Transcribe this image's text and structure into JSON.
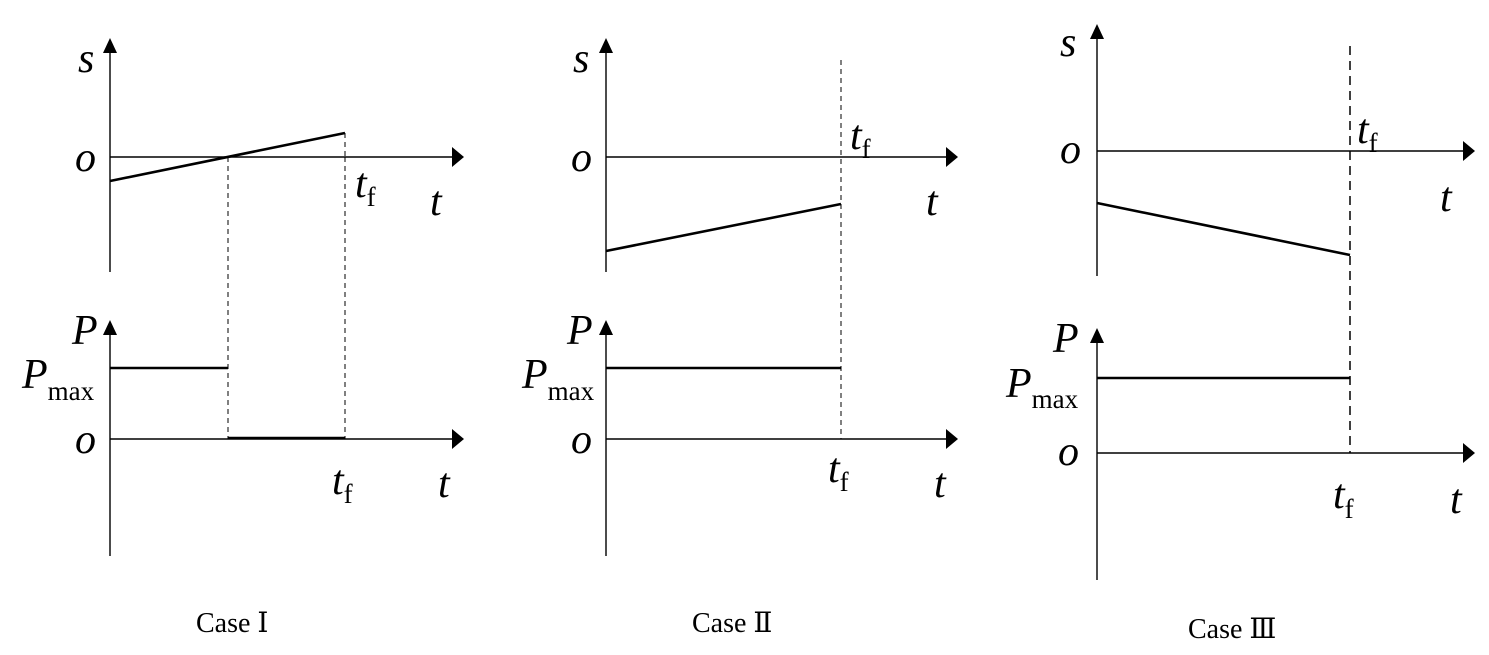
{
  "panels": [
    {
      "caption": "Case Ⅰ",
      "s_axis_label": "s",
      "p_axis_label": "P",
      "origin_label": "o",
      "t_label": "t",
      "tf_label": "t",
      "tf_sub": "f",
      "pmax_label": "P",
      "pmax_sub": "max"
    },
    {
      "caption": "Case Ⅱ",
      "s_axis_label": "s",
      "p_axis_label": "P",
      "origin_label": "o",
      "t_label": "t",
      "tf_label": "t",
      "tf_sub": "f",
      "pmax_label": "P",
      "pmax_sub": "max"
    },
    {
      "caption": "Case Ⅲ",
      "s_axis_label": "s",
      "p_axis_label": "P",
      "origin_label": "o",
      "t_label": "t",
      "tf_label": "t",
      "tf_sub": "f",
      "pmax_label": "P",
      "pmax_sub": "max"
    }
  ]
}
